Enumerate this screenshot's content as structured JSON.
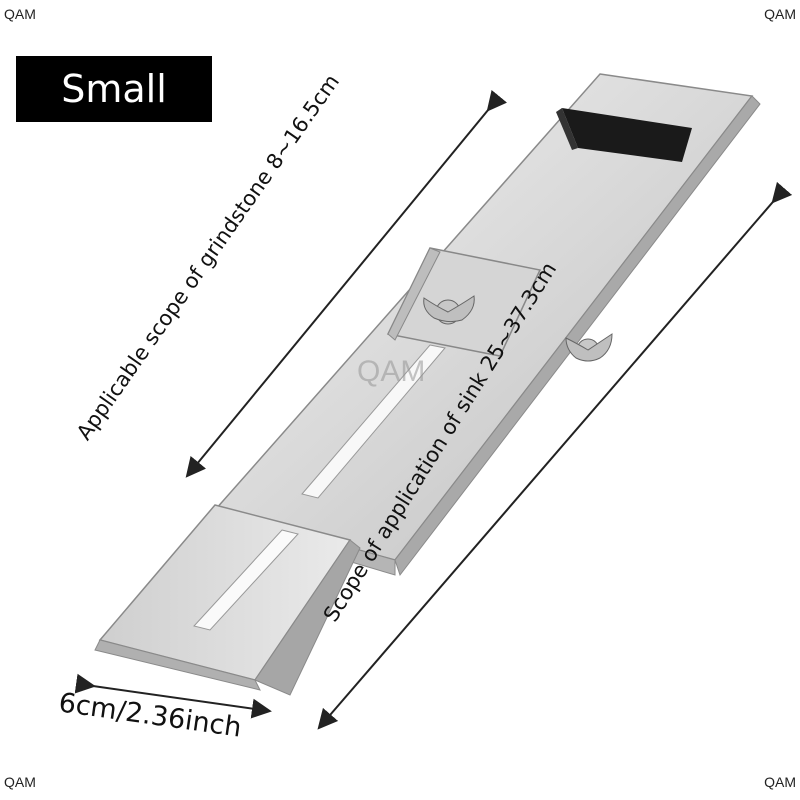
{
  "watermark_corners": {
    "top_left": "QAM",
    "top_right": "QAM",
    "bottom_left": "QAM",
    "bottom_right": "QAM"
  },
  "size_badge": "Small",
  "center_watermark": "QAM",
  "dimension_labels": {
    "grindstone": "Applicable scope of grindstone 8~16.5cm",
    "sink": "Scope of application of sink 25~37.3cm",
    "width": "6cm/2.36inch"
  },
  "colors": {
    "badge_bg": "#000000",
    "badge_text": "#ffffff",
    "metal_light": "#e6e6e6",
    "metal_mid": "#c9c9c9",
    "metal_dark": "#9a9a9a",
    "rubber_pad": "#1a1a1a"
  }
}
